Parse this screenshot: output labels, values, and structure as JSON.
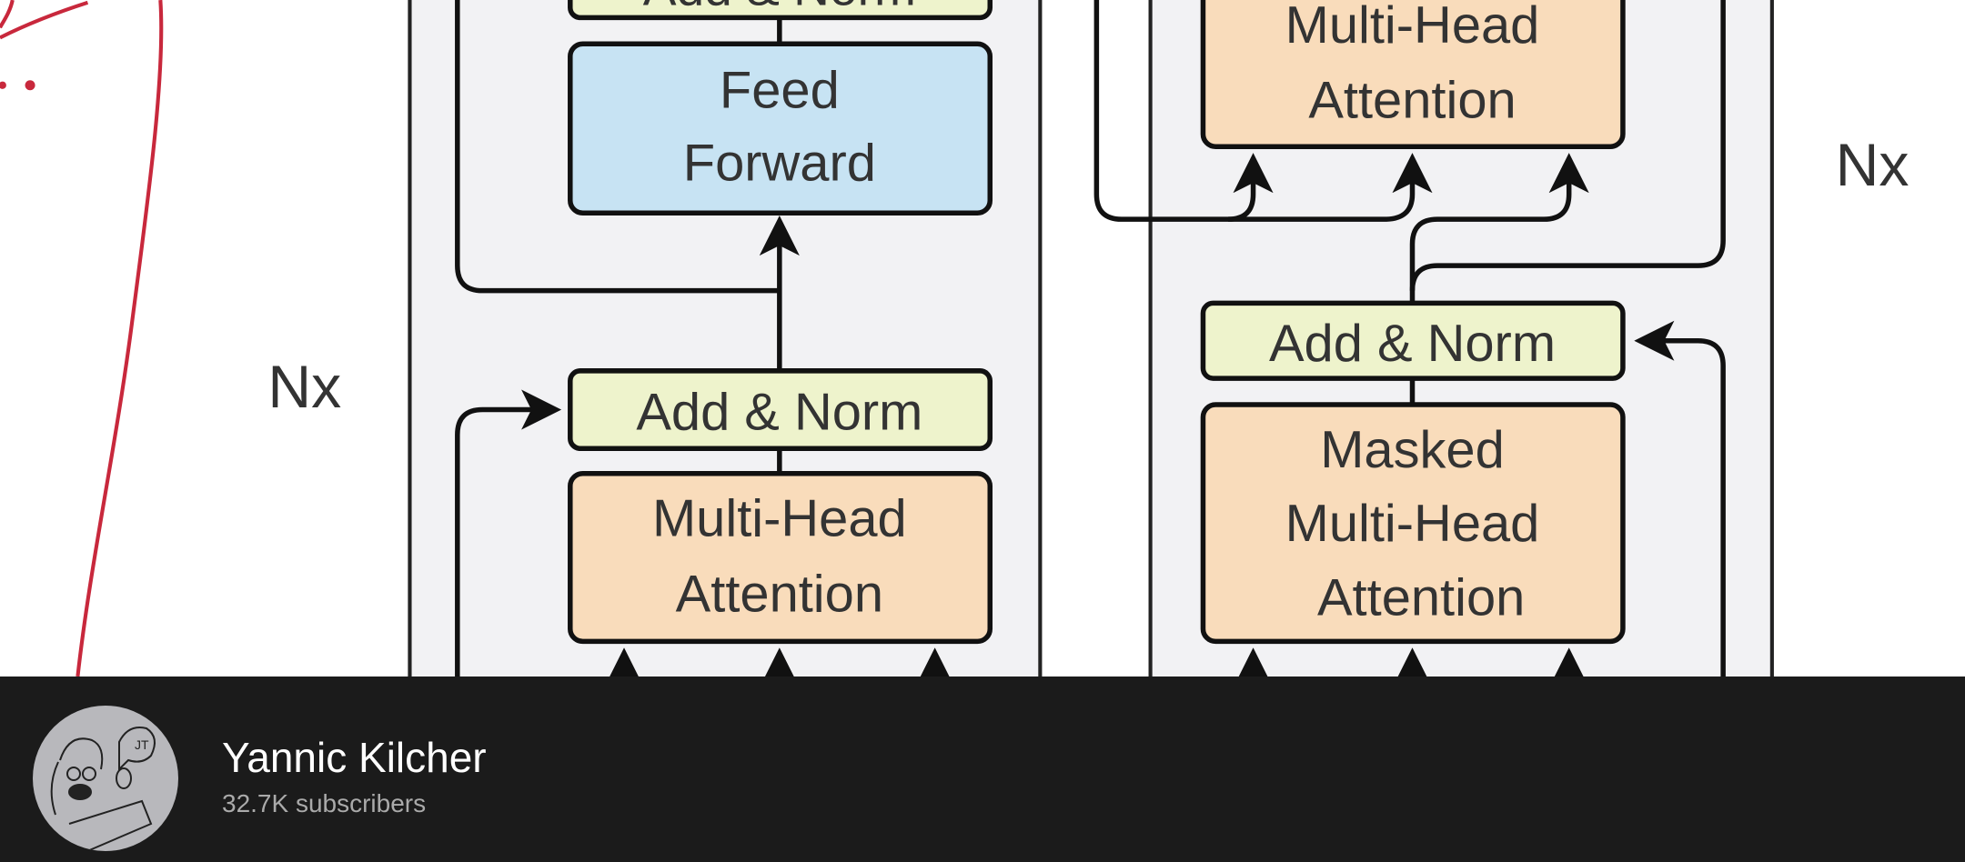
{
  "diagram": {
    "encoder": {
      "top_block": "Add & Norm",
      "feed_forward": [
        "Feed",
        "Forward"
      ],
      "add_norm": "Add & Norm",
      "attention": [
        "Multi-Head",
        "Attention"
      ],
      "repeat": "Nx"
    },
    "decoder": {
      "attention": [
        "Multi-Head",
        "Attention"
      ],
      "add_norm": "Add & Norm",
      "masked_attention": [
        "Masked",
        "Multi-Head",
        "Attention"
      ],
      "repeat": "Nx"
    },
    "colors": {
      "feed_forward": "#c7e3f3",
      "add_norm": "#eef3cc",
      "attention": "#f9dcbb",
      "annotation": "#c8283c"
    }
  },
  "channel": {
    "name": "Yannic Kilcher",
    "subscribers": "32.7K subscribers"
  }
}
